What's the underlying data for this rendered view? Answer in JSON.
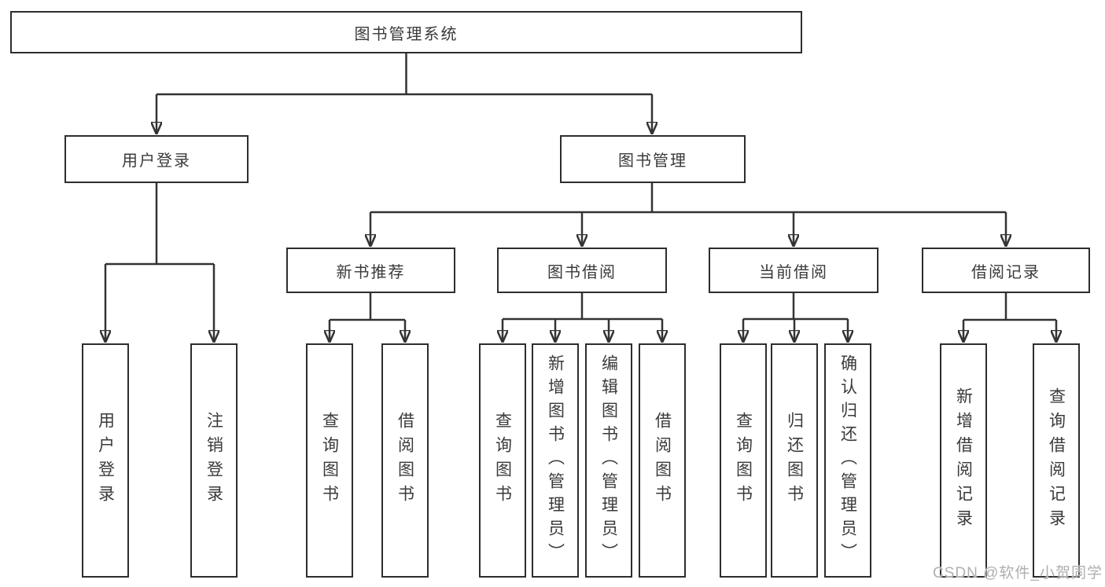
{
  "diagram": {
    "tree": {
      "root_label": "图书管理系统",
      "level2": [
        {
          "label": "用户登录",
          "children": [
            {
              "label": "用户登录"
            },
            {
              "label": "注销登录"
            }
          ]
        },
        {
          "label": "图书管理",
          "children": [
            {
              "label": "新书推荐",
              "children": [
                {
                  "label": "查询图书"
                },
                {
                  "label": "借阅图书"
                }
              ]
            },
            {
              "label": "图书借阅",
              "children": [
                {
                  "label": "查询图书"
                },
                {
                  "label": "新增图书（管理员）"
                },
                {
                  "label": "编辑图书（管理员）"
                },
                {
                  "label": "借阅图书"
                }
              ]
            },
            {
              "label": "当前借阅",
              "children": [
                {
                  "label": "查询图书"
                },
                {
                  "label": "归还图书"
                },
                {
                  "label": "确认归还（管理员）"
                }
              ]
            },
            {
              "label": "借阅记录",
              "children": [
                {
                  "label": "新增借阅记录"
                },
                {
                  "label": "查询借阅记录"
                }
              ]
            }
          ]
        }
      ]
    },
    "watermark": "CSDN @软件_小贺同学",
    "colors": {
      "line": "#333333",
      "box_border": "#2d2d2d",
      "text": "#3a3a3a",
      "background": "#ffffff",
      "watermark": "#a8a8a8"
    }
  }
}
